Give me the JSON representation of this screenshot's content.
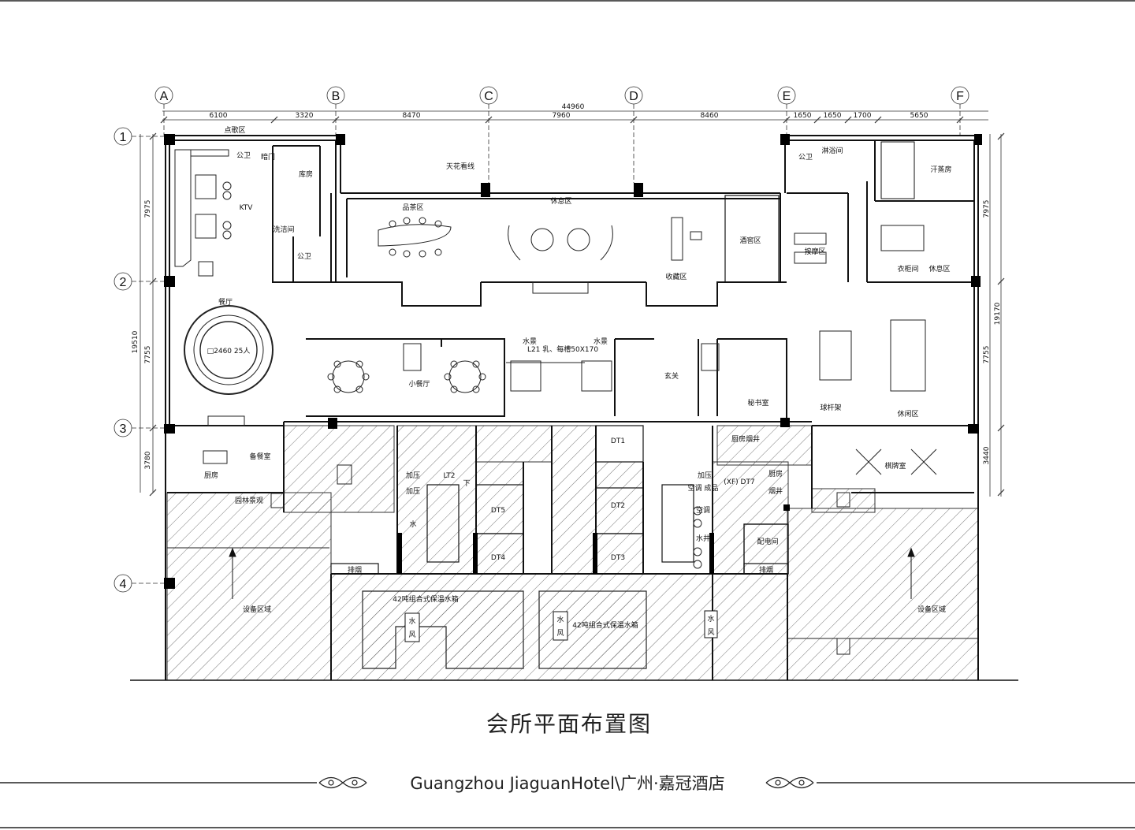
{
  "plan": {
    "grid_columns": [
      "A",
      "B",
      "C",
      "D",
      "E",
      "F"
    ],
    "grid_rows": [
      "1",
      "2",
      "3",
      "4"
    ],
    "dims_top": {
      "total": "44960",
      "spans": [
        "6100",
        "3320",
        "8470",
        "7960",
        "8460",
        "1650",
        "1650",
        "1700",
        "5650"
      ]
    },
    "dims_left": {
      "outer": "19510",
      "spans": [
        "7975",
        "7755",
        "3780"
      ]
    },
    "dims_right": {
      "outer": "19170",
      "spans": [
        "7975",
        "7755",
        "3440"
      ]
    },
    "rooms": {
      "dian_ge": "点歌区",
      "gong_wei_1": "公卫",
      "an_men": "暗门",
      "ku_fang": "库房",
      "ktv": "KTV",
      "xi_jie": "洗洁间",
      "gong_wei_2": "公卫",
      "tian_hua": "天花看线",
      "pin_cha": "品茶区",
      "xiu_xi": "休息区",
      "jiu_jiao": "酒窖区",
      "shou_cang": "收藏区",
      "can_ting": "餐厅",
      "round_table": "□2460  25人",
      "xiao_can_ting": "小餐厅",
      "shui_jing_l": "水景",
      "shui_jing_r": "水景",
      "stair_note": "L21  乳、每槽50X170",
      "xuan_guan": "玄关",
      "mi_shu": "秘书室",
      "qiu_gan": "球杆架",
      "xiu_xian": "休闲区",
      "gong_wei_3": "公卫",
      "lin_yu": "淋浴间",
      "han_zheng": "汗蒸房",
      "an_mo": "按摩区",
      "yi_gui": "衣柜间",
      "xiu_xi_2": "休息区",
      "chu_fang_yan": "厨房烟井",
      "qi_pai": "棋牌室",
      "bei_can": "备餐室",
      "chu_fang": "厨房",
      "yuan_lin": "园林景观",
      "jia_ya_1": "加压",
      "jia_ya_2": "加压",
      "lt2": "LT2",
      "xia": "下",
      "dt1": "DT1",
      "dt2": "DT2",
      "dt3": "DT3",
      "dt4": "DT4",
      "dt5": "DT5",
      "shui": "水",
      "jia_ya_3": "加压",
      "kong_tiao_1": "空调\n成品",
      "kong_tiao_2": "空调",
      "shui_jing_well": "水井",
      "xf_dt7": "(XF) DT7",
      "chu_fang_2": "厨房",
      "yan_jing": "烟井",
      "pei_dian": "配电间",
      "pai_yan_1": "排烟",
      "pai_yan_2": "排烟",
      "she_bei_l": "设备区域",
      "she_bei_r": "设备区域",
      "shui_xiang_1": "42吨组合式保温水箱",
      "shui_xiang_2": "42吨组合式保温水箱",
      "shui_1": "水",
      "feng_1": "风",
      "shui_2": "水",
      "feng_2": "风",
      "shui_3": "水",
      "feng_3": "风"
    }
  },
  "title": "会所平面布置图",
  "footer": "Guangzhou JiaguanHotel\\广州·嘉冠酒店"
}
